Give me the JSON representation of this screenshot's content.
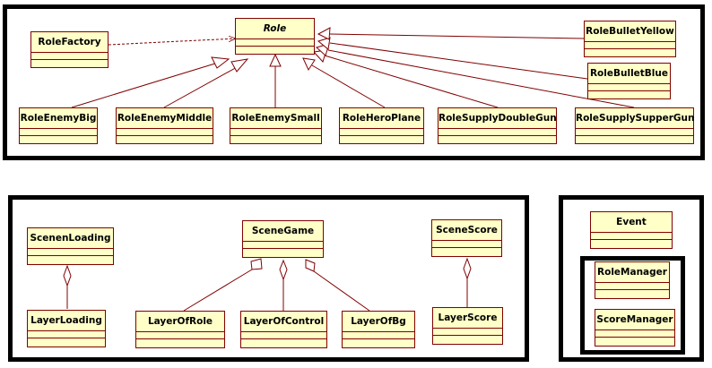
{
  "diagram": {
    "classes": {
      "role": "Role",
      "role_factory": "RoleFactory",
      "role_bullet_yellow": "RoleBulletYellow",
      "role_bullet_blue": "RoleBulletBlue",
      "role_enemy_big": "RoleEnemyBig",
      "role_enemy_middle": "RoleEnemyMiddle",
      "role_enemy_small": "RoleEnemySmall",
      "role_hero_plane": "RoleHeroPlane",
      "role_supply_double_gun": "RoleSupplyDoubleGun",
      "role_supply_supper_gun": "RoleSupplySupperGun",
      "scene_loading": "ScenenLoading",
      "scene_game": "SceneGame",
      "scene_score": "SceneScore",
      "layer_loading": "LayerLoading",
      "layer_of_role": "LayerOfRole",
      "layer_of_control": "LayerOfControl",
      "layer_of_bg": "LayerOfBg",
      "layer_score": "LayerScore",
      "event": "Event",
      "role_manager": "RoleManager",
      "score_manager": "ScoreManager"
    },
    "colors": {
      "class_fill": "#ffffc8",
      "class_border": "#800000",
      "frame": "#000000"
    }
  }
}
